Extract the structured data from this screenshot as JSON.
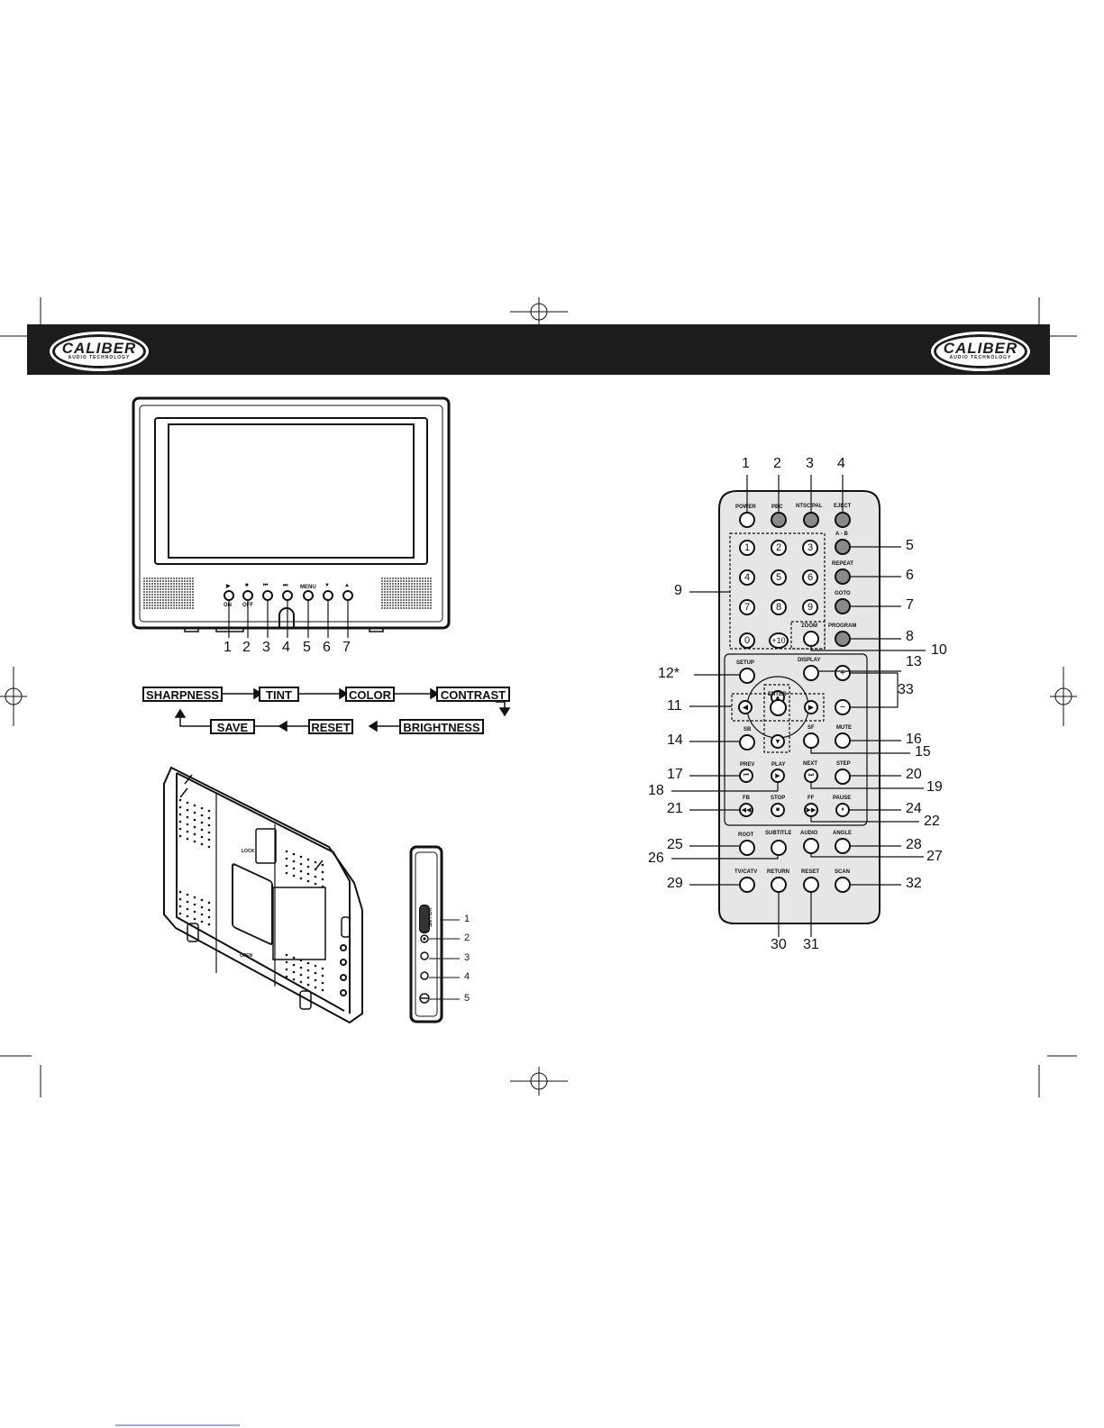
{
  "header": {
    "brand": "CALIBER",
    "brand_tagline": "AUDIO TECHNOLOGY"
  },
  "player_front": {
    "control_glyphs": [
      "▶",
      "■",
      "⏮",
      "⏭",
      "MENU",
      "▼",
      "▲"
    ],
    "control_sublabels": [
      "ON",
      "OFF"
    ],
    "callouts": [
      "1",
      "2",
      "3",
      "4",
      "5",
      "6",
      "7"
    ]
  },
  "menu_flow": {
    "top_row": [
      "SHARPNESS",
      "TINT",
      "COLOR",
      "CONTRAST"
    ],
    "bottom_row": [
      "SAVE",
      "RESET",
      "BRIGHTNESS"
    ]
  },
  "player_back": {
    "lock_label": "LOCK",
    "open_label": "OPEN"
  },
  "player_side": {
    "volume_label": "VOLUME",
    "callouts": [
      "1",
      "2",
      "3",
      "4",
      "5"
    ]
  },
  "remote": {
    "buttons": {
      "power": "POWER",
      "pbc": "PBC",
      "ntsc_pal": "NTSC/PAL",
      "eject": "EJECT",
      "ab": "A - B",
      "repeat": "REPEAT",
      "goto": "GOTO",
      "program": "PROGRAM",
      "zoom": "ZOOM",
      "setup": "SETUP",
      "display": "DISPLAY",
      "enter": "ENTER",
      "sb": "SB",
      "sf": "SF",
      "mute": "MUTE",
      "prev": "PREV",
      "play": "PLAY",
      "next": "NEXT",
      "step": "STEP",
      "fb": "FB",
      "stop": "STOP",
      "ff": "FF",
      "pause": "PAUSE",
      "root": "ROOT",
      "subtitle": "SUBTITLE",
      "audio": "AUDIO",
      "angle": "ANGLE",
      "tvcatv": "TV/CATV",
      "return": "RETURN",
      "reset": "RESET",
      "scan": "SCAN"
    },
    "digits": [
      "1",
      "2",
      "3",
      "4",
      "5",
      "6",
      "7",
      "8",
      "9",
      "0",
      "+10"
    ],
    "callouts": {
      "c1": "1",
      "c2": "2",
      "c3": "3",
      "c4": "4",
      "c5": "5",
      "c6": "6",
      "c7": "7",
      "c8": "8",
      "c9": "9",
      "c10": "10",
      "c11": "11",
      "c12": "12*",
      "c13": "13",
      "c14": "14",
      "c15": "15",
      "c16": "16",
      "c17": "17",
      "c18": "18",
      "c19": "19",
      "c20": "20",
      "c21": "21",
      "c22": "22",
      "c24": "24",
      "c25": "25",
      "c26": "26",
      "c27": "27",
      "c28": "28",
      "c29": "29",
      "c30": "30",
      "c31": "31",
      "c32": "32",
      "c33": "33"
    }
  }
}
